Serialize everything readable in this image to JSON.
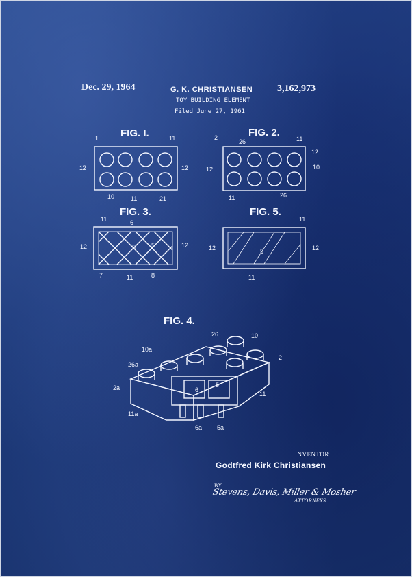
{
  "header": {
    "date": "Dec. 29, 1964",
    "inventor_header": "G. K. CHRISTIANSEN",
    "patent_number": "3,162,973",
    "title": "TOY BUILDING ELEMENT",
    "filed": "Filed June 27, 1961"
  },
  "figures": {
    "fig1": {
      "title": "FIG. I.",
      "labels": [
        "1",
        "11",
        "12",
        "12",
        "10",
        "11",
        "21"
      ]
    },
    "fig2": {
      "title": "FIG. 2.",
      "labels": [
        "2",
        "26",
        "11",
        "12",
        "10",
        "12",
        "11",
        "26"
      ]
    },
    "fig3": {
      "title": "FIG. 3.",
      "labels": [
        "11",
        "6",
        "5",
        "5",
        "12",
        "12",
        "7",
        "11",
        "8"
      ]
    },
    "fig5": {
      "title": "FIG. 5.",
      "labels": [
        "11",
        "5",
        "12",
        "12",
        "11"
      ]
    },
    "fig4": {
      "title": "FIG. 4.",
      "labels": [
        "26",
        "10",
        "10a",
        "2",
        "26a",
        "2a",
        "6",
        "5",
        "11",
        "11a",
        "6a",
        "5a"
      ]
    }
  },
  "signature_block": {
    "inventor_label": "INVENTOR",
    "inventor_name": "Godtfred Kirk Christiansen",
    "by_label": "BY",
    "attorneys_signature": "Stevens, Davis, Miller & Mosher",
    "attorneys_label": "ATTORNEYS"
  },
  "colors": {
    "paper": "#1d3a7a",
    "ink": "#f3f6ff"
  }
}
